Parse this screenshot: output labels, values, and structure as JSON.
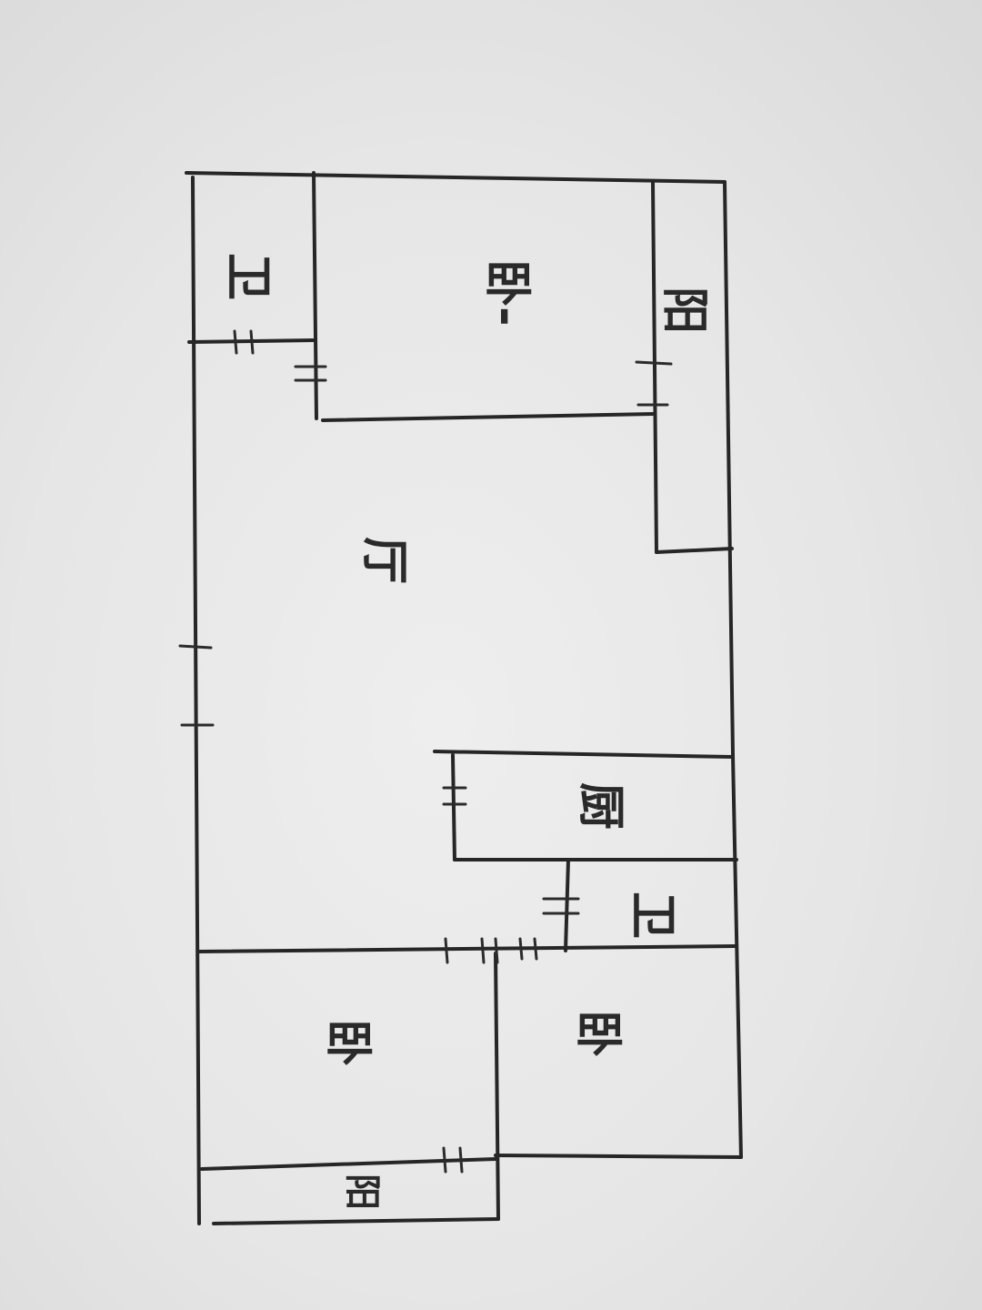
{
  "plan": {
    "rooms": [
      {
        "id": "bath-1",
        "label": "卫"
      },
      {
        "id": "bedroom-1",
        "label": "卧-"
      },
      {
        "id": "balcony-1",
        "label": "阳"
      },
      {
        "id": "living",
        "label": "厅"
      },
      {
        "id": "kitchen",
        "label": "厨"
      },
      {
        "id": "bath-2",
        "label": "卫"
      },
      {
        "id": "bedroom-2",
        "label": "卧"
      },
      {
        "id": "bedroom-3",
        "label": "卧"
      },
      {
        "id": "balcony-2",
        "label": "阳"
      }
    ],
    "ink_color": "#262626",
    "paper_color": "#e8e8e8"
  }
}
